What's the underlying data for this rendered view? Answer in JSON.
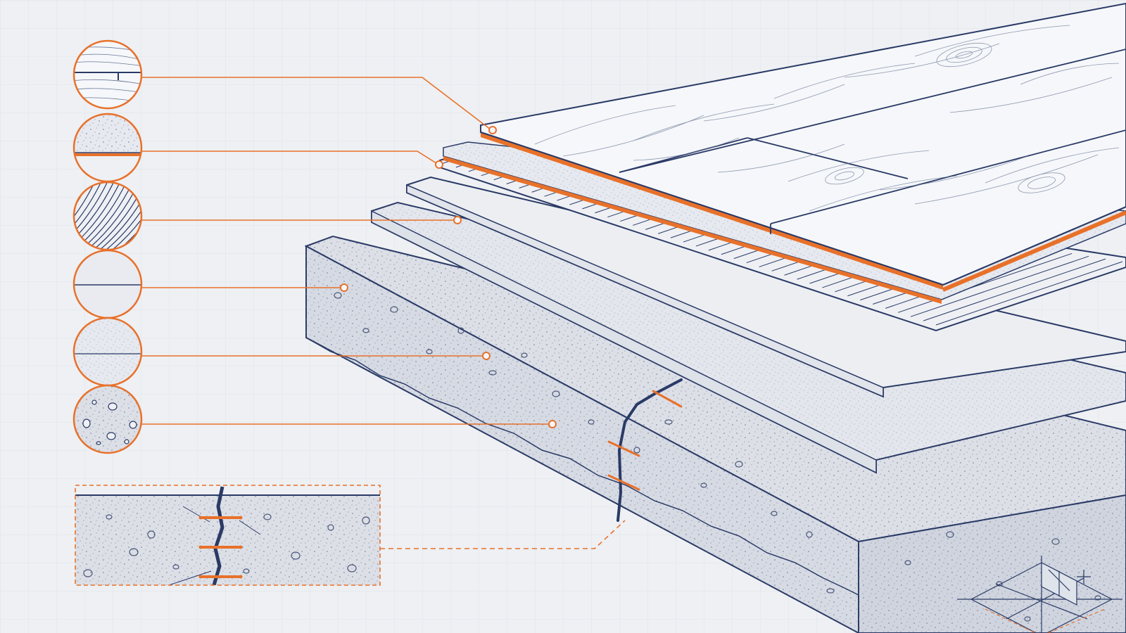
{
  "colors": {
    "background": "#eef0f3",
    "grid": "#dfe3e9",
    "line_navy": "#2a3a66",
    "accent_orange": "#e8712a",
    "wood_fill": "#f4f6f9",
    "underlay_fill": "#e6e9ef",
    "veneer_fill": "#eef0f4",
    "screed_fill": "#e3e6ec",
    "concrete_fill": "#d9dde5"
  },
  "diagram": {
    "title": "",
    "layers": [
      {
        "key": "laminate-plank",
        "icon": "wood-grain-joint-icon"
      },
      {
        "key": "moisture-barrier-underlay",
        "icon": "speckled-membrane-icon"
      },
      {
        "key": "wood-veneer-subfloor",
        "icon": "wood-grain-lines-icon"
      },
      {
        "key": "leveling-board",
        "icon": "plain-board-icon"
      },
      {
        "key": "screed-layer",
        "icon": "fine-speckle-icon"
      },
      {
        "key": "concrete-slab",
        "icon": "aggregate-concrete-icon"
      }
    ],
    "detail": {
      "key": "crack-repair-detail",
      "stitch_count": 3
    },
    "compass": {
      "icon": "isometric-grid-compass-icon"
    }
  }
}
